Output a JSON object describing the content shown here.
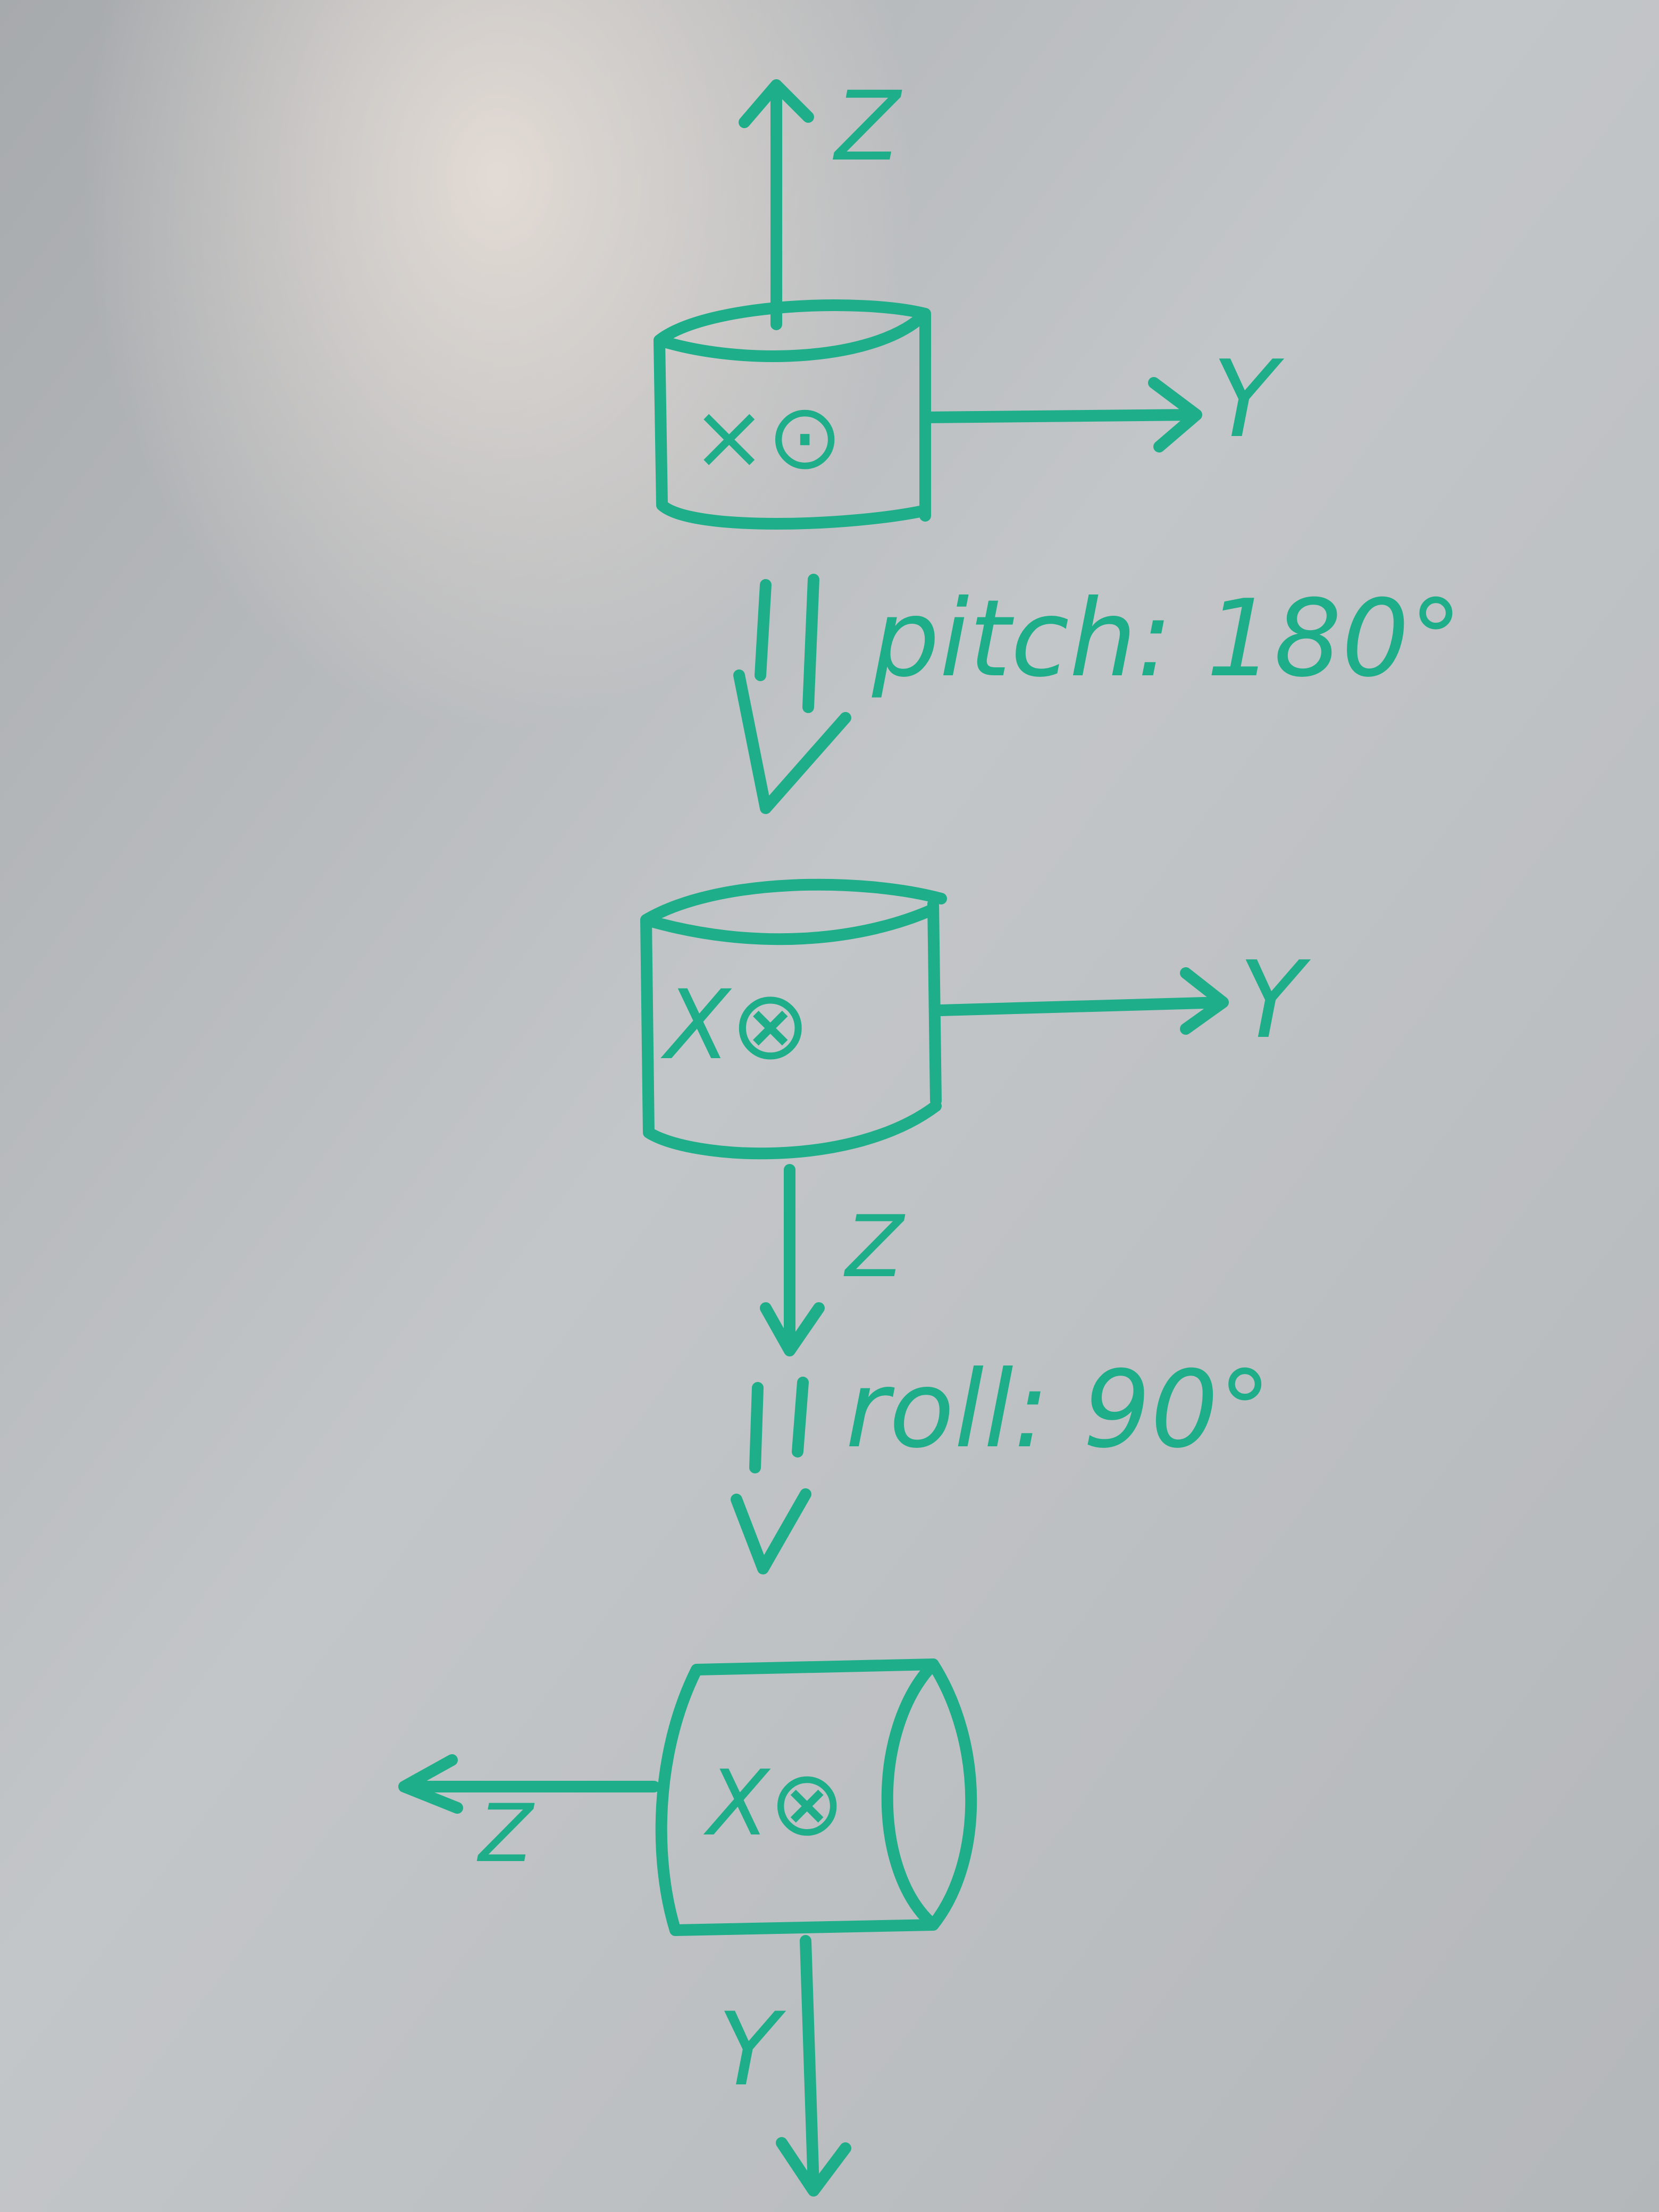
{
  "diagram": {
    "ink_color": "#1fae8a",
    "board_color": "#b9bcbe",
    "stage1": {
      "axis_up_label": "Z",
      "axis_right_label": "Y",
      "symbol_label": "×⊙"
    },
    "step1": {
      "label": "pitch: 180°"
    },
    "stage2": {
      "axis_right_label": "Y",
      "axis_down_label": "Z",
      "symbol_label": "X⊗"
    },
    "step2": {
      "label": "roll: 90°"
    },
    "stage3": {
      "axis_left_label": "Z",
      "axis_down_label": "Y",
      "symbol_label": "X⊗"
    }
  }
}
